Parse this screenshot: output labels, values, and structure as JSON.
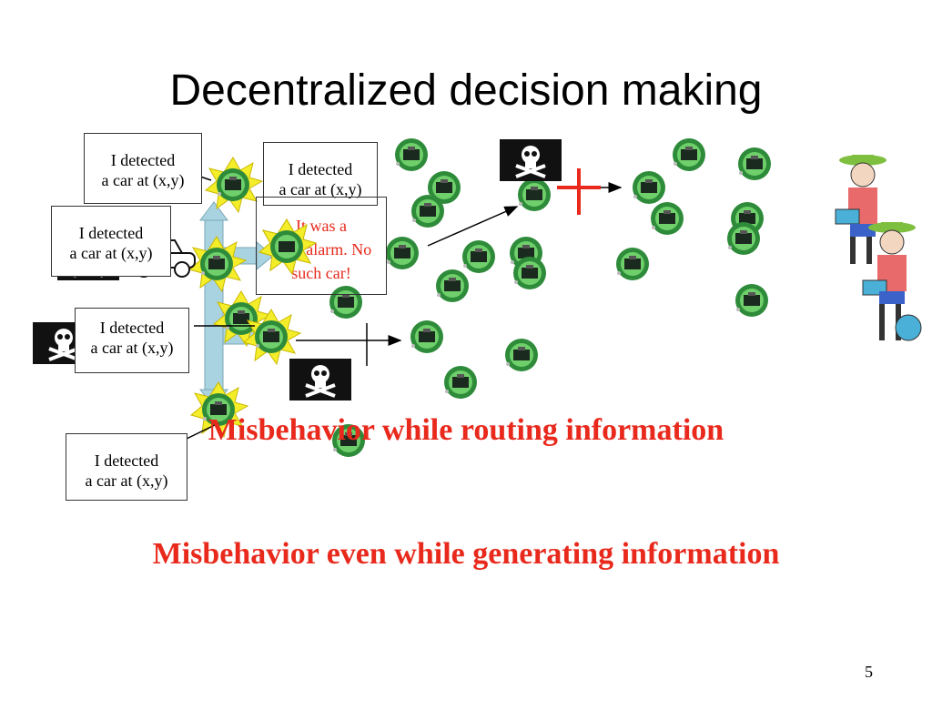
{
  "slide": {
    "title": "Decentralized decision making",
    "callouts": [
      "I detected\na car at (x,y)",
      "I detected\na car at (x,y)",
      "I detected\na car at (x,y)",
      "I detected\na car at (x,y)",
      "I detected\na car at (x,y)"
    ],
    "false_alarm": "It was a\nfalse alarm. No\nsuch car!",
    "headline_routing": "Misbehavior while routing information",
    "headline_generating": "Misbehavior even while generating information",
    "page_number": "5"
  },
  "colors": {
    "accent_red": "#e8291c",
    "sensor_green": "#2e8b3a",
    "burst_yellow": "#f4ee2a",
    "arrow_blue": "#a9d3e0"
  }
}
